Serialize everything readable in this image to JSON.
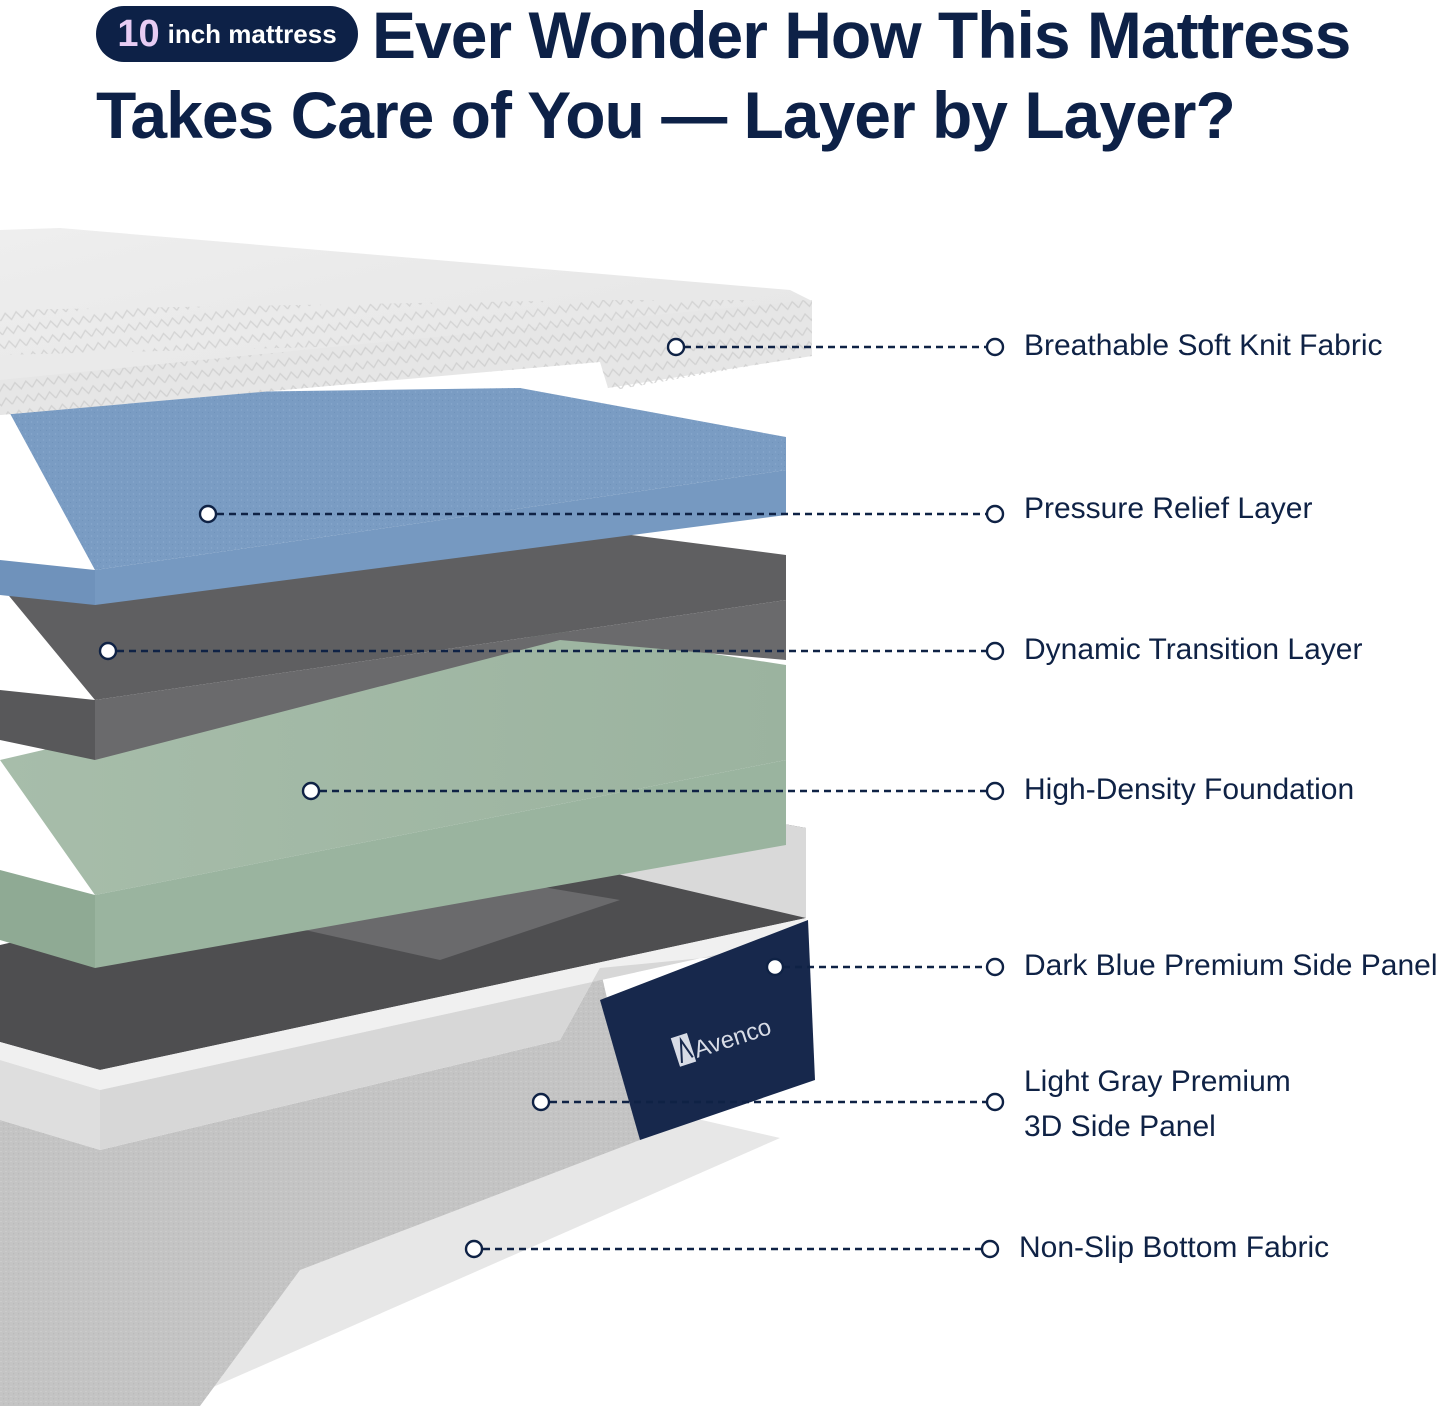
{
  "header": {
    "badge_number": "10",
    "badge_unit": "inch mattress",
    "title_line1": "Ever Wonder How This Mattress",
    "title_line2": "Takes Care of You — Layer by Layer?"
  },
  "brand": {
    "logo_text": "Avenco"
  },
  "layers": [
    {
      "label": "Breathable Soft Knit Fabric"
    },
    {
      "label": "Pressure Relief Layer"
    },
    {
      "label": "Dynamic Transition Layer"
    },
    {
      "label": "High-Density Foundation"
    },
    {
      "label": "Dark Blue Premium Side Panel"
    },
    {
      "label_line1": "Light Gray Premium",
      "label_line2": "3D Side Panel"
    },
    {
      "label": "Non-Slip Bottom Fabric"
    }
  ],
  "colors": {
    "navy": "#0d2147",
    "badge_accent": "#e7ccf3",
    "cover_white": "#ebebeb",
    "relief_blue": "#7b9dc4",
    "transition_gray": "#5f5f61",
    "foundation_green": "#9db5a1",
    "side_light_gray": "#c6c6c6",
    "side_dark_blue": "#17284c",
    "bottom_fabric": "#e6e6e6"
  }
}
